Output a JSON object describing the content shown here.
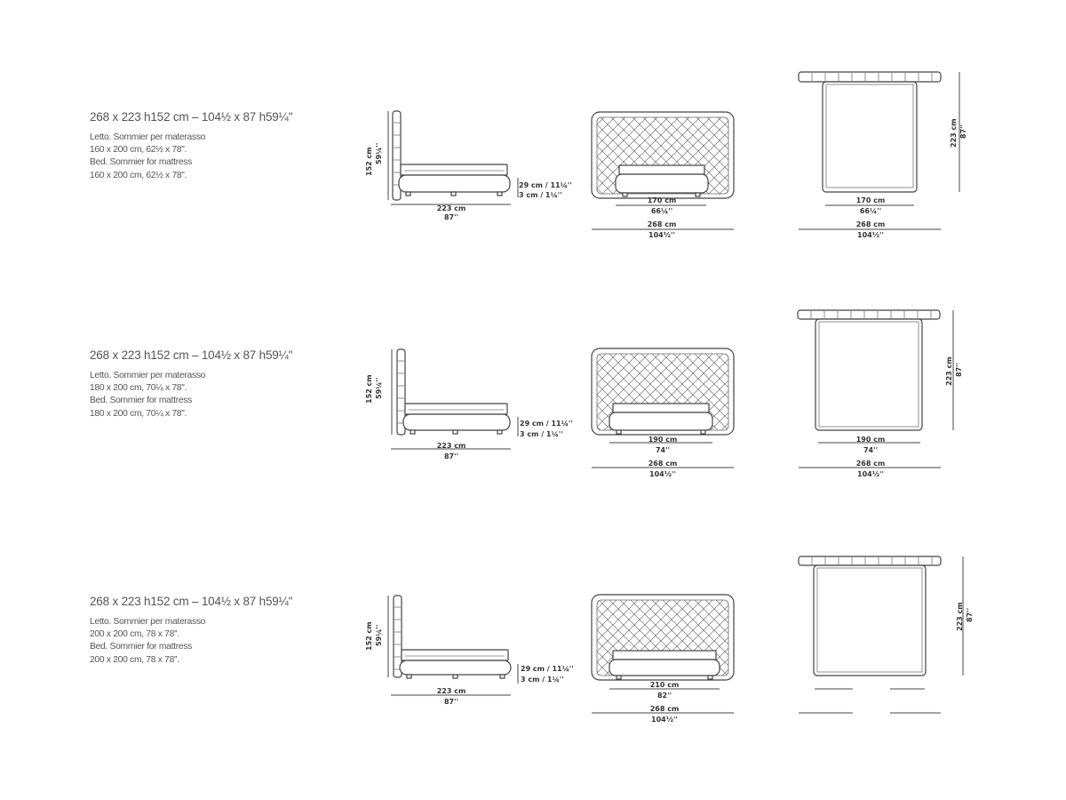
{
  "rows": [
    {
      "title": "268 x 223 h152 cm – 104½ x 87 h59¼''",
      "desc": [
        "Letto. Sommier per materasso",
        "160 x 200 cm, 62½ x 78''.",
        "Bed. Sommier for mattress",
        "160 x 200 cm, 62½ x 78''."
      ],
      "side": {
        "h_cm": "152 cm",
        "h_in": "59¼''",
        "len_cm": "223 cm",
        "len_in": "87''",
        "d1": "29 cm / 11¼''",
        "d2": "3 cm / 1¼''"
      },
      "front": {
        "w_cm": "170 cm",
        "w_in": "66¼''",
        "tot_cm": "268 cm",
        "tot_in": "104½''"
      },
      "top": {
        "w_cm": "170 cm",
        "w_in": "66¼''",
        "tot_cm": "268 cm",
        "tot_in": "104½''",
        "d_cm": "223 cm",
        "d_in": "87''"
      }
    },
    {
      "title": "268 x 223 h152 cm – 104½ x 87 h59¼''",
      "desc": [
        "Letto. Sommier per materasso",
        "180 x 200 cm, 70¼ x 78''.",
        "Bed. Sommier for mattress",
        "180 x 200 cm, 70¼ x 78''."
      ],
      "side": {
        "h_cm": "152 cm",
        "h_in": "59¼''",
        "len_cm": "223 cm",
        "len_in": "87''",
        "d1": "29 cm / 11¼''",
        "d2": "3 cm / 1¼''"
      },
      "front": {
        "w_cm": "190 cm",
        "w_in": "74''",
        "tot_cm": "268 cm",
        "tot_in": "104½''"
      },
      "top": {
        "w_cm": "190 cm",
        "w_in": "74''",
        "tot_cm": "268 cm",
        "tot_in": "104½''",
        "d_cm": "223 cm",
        "d_in": "87''"
      }
    },
    {
      "title": "268 x 223 h152 cm – 104½ x 87 h59¼''",
      "desc": [
        "Letto. Sommier per materasso",
        "200 x 200 cm, 78 x 78''.",
        "Bed. Sommier for mattress",
        "200 x 200 cm, 78 x 78''."
      ],
      "side": {
        "h_cm": "152 cm",
        "h_in": "59¼''",
        "len_cm": "223 cm",
        "len_in": "87''",
        "d1": "29 cm / 11¼''",
        "d2": "3 cm / 1¼''"
      },
      "front": {
        "w_cm": "210 cm",
        "w_in": "82''",
        "tot_cm": "268 cm",
        "tot_in": "104½''"
      },
      "top": {
        "w_cm": "",
        "w_in": "",
        "tot_cm": "",
        "tot_in": "",
        "d_cm": "223 cm",
        "d_in": "87''"
      }
    }
  ],
  "colors": {
    "line": "#444444",
    "text": "#333333",
    "muted": "#555555"
  }
}
